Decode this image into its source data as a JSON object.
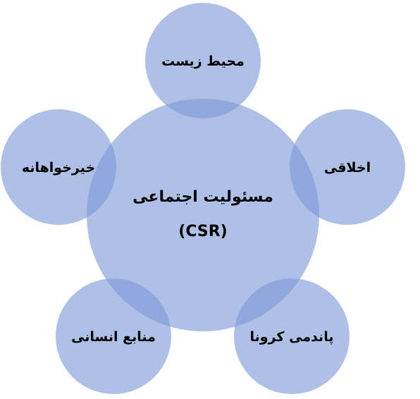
{
  "diagram": {
    "type": "radial-overlap",
    "colors": {
      "circle_fill": "#7d9ad6",
      "text": "#000000",
      "background": "#ffffff"
    },
    "center": {
      "line1": "مسئولیت اجتماعی",
      "line2": "(CSR)"
    },
    "nodes": [
      {
        "id": "environment",
        "label": "محیط زیست"
      },
      {
        "id": "ethical",
        "label": "اخلاقی"
      },
      {
        "id": "pandemic",
        "label": "پاندمی کرونا"
      },
      {
        "id": "human-resources",
        "label": "منابع انسانی"
      },
      {
        "id": "philanthropy",
        "label": "خیرخواهانه"
      }
    ]
  }
}
